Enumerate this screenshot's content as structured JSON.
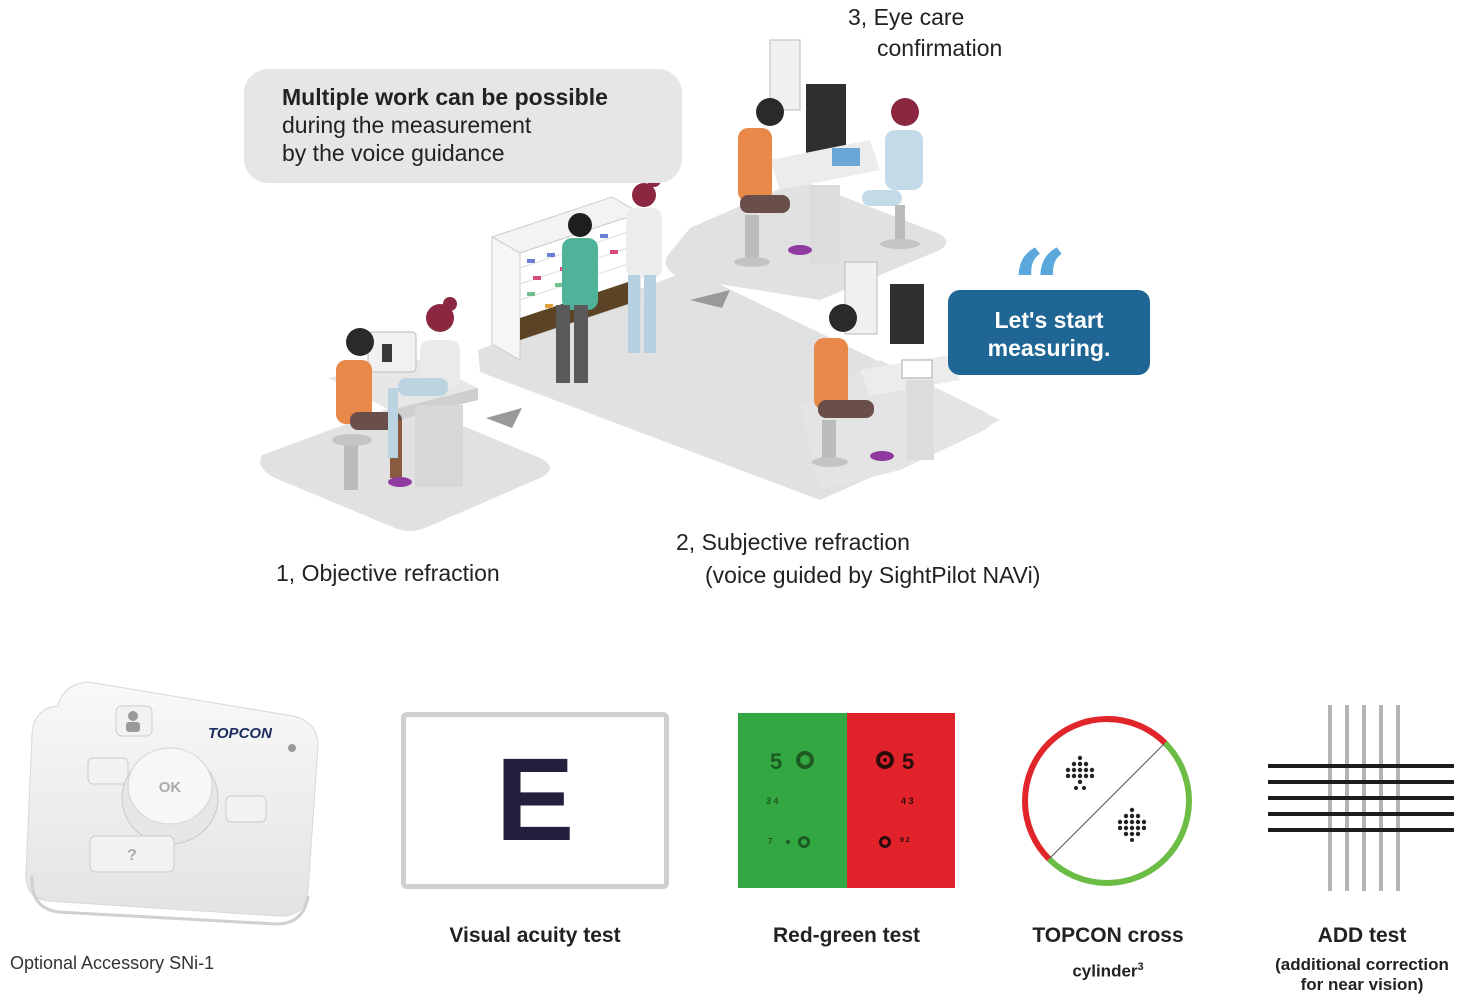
{
  "workflow": {
    "bubble": {
      "bold_text": "Multiple work can be possible",
      "line2": "during the measurement",
      "line3": "by the voice guidance"
    },
    "step1": {
      "label": "1, Objective refraction"
    },
    "step2": {
      "line1": "2, Subjective refraction",
      "line2": "(voice guided by SightPilot NAVi)"
    },
    "step3": {
      "line1": "3, Eye care",
      "line2": "confirmation"
    },
    "speech": {
      "line1": "Let's start",
      "line2": "measuring."
    }
  },
  "accessory": {
    "brand": "TOPCON",
    "ok_label": "OK",
    "help_label": "?",
    "caption": "Optional Accessory SNi-1"
  },
  "tests": [
    {
      "caption": "Visual acuity test",
      "optotype": "E"
    },
    {
      "caption": "Red-green test",
      "green_row1": "5",
      "red_row1": "5",
      "green_row2": "3 4",
      "red_row2": "4 3",
      "green_row3": "7",
      "red_row3": "9 2"
    },
    {
      "caption": "TOPCON cross",
      "sub": "cylinder",
      "sup": "3"
    },
    {
      "caption": "ADD test",
      "sub1": "(additional correction",
      "sub2": "for near vision)"
    }
  ],
  "colors": {
    "speech_bg": "#1f6694",
    "quote": "#5aa8dc",
    "green": "#33a842",
    "red": "#e2222a",
    "cross_green": "#6cbd45",
    "cross_red": "#e0262b",
    "optotype": "#231f3d"
  }
}
